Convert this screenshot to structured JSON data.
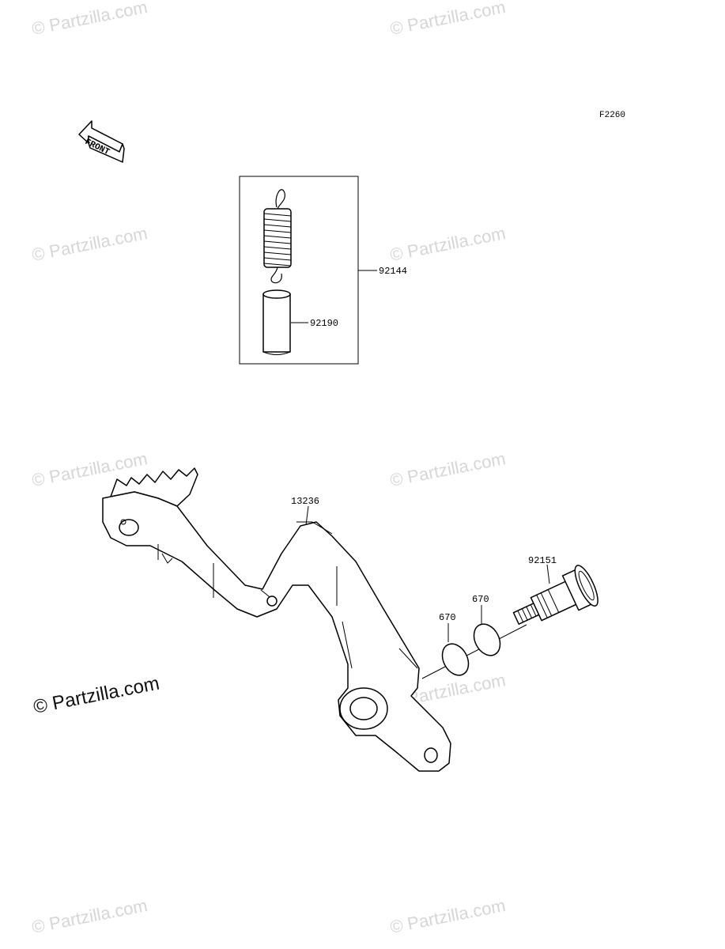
{
  "diagram_code": "F2260",
  "front_arrow_label": "FRONT",
  "watermark_text": "© Partzilla.com",
  "copyright_text": "© Partzilla.com",
  "callouts": {
    "spring_kit": "92144",
    "spring_sleeve": "92190",
    "brake_pedal": "13236",
    "pivot_bolt": "92151",
    "o_ring_inner": "670",
    "o_ring_outer": "670"
  }
}
